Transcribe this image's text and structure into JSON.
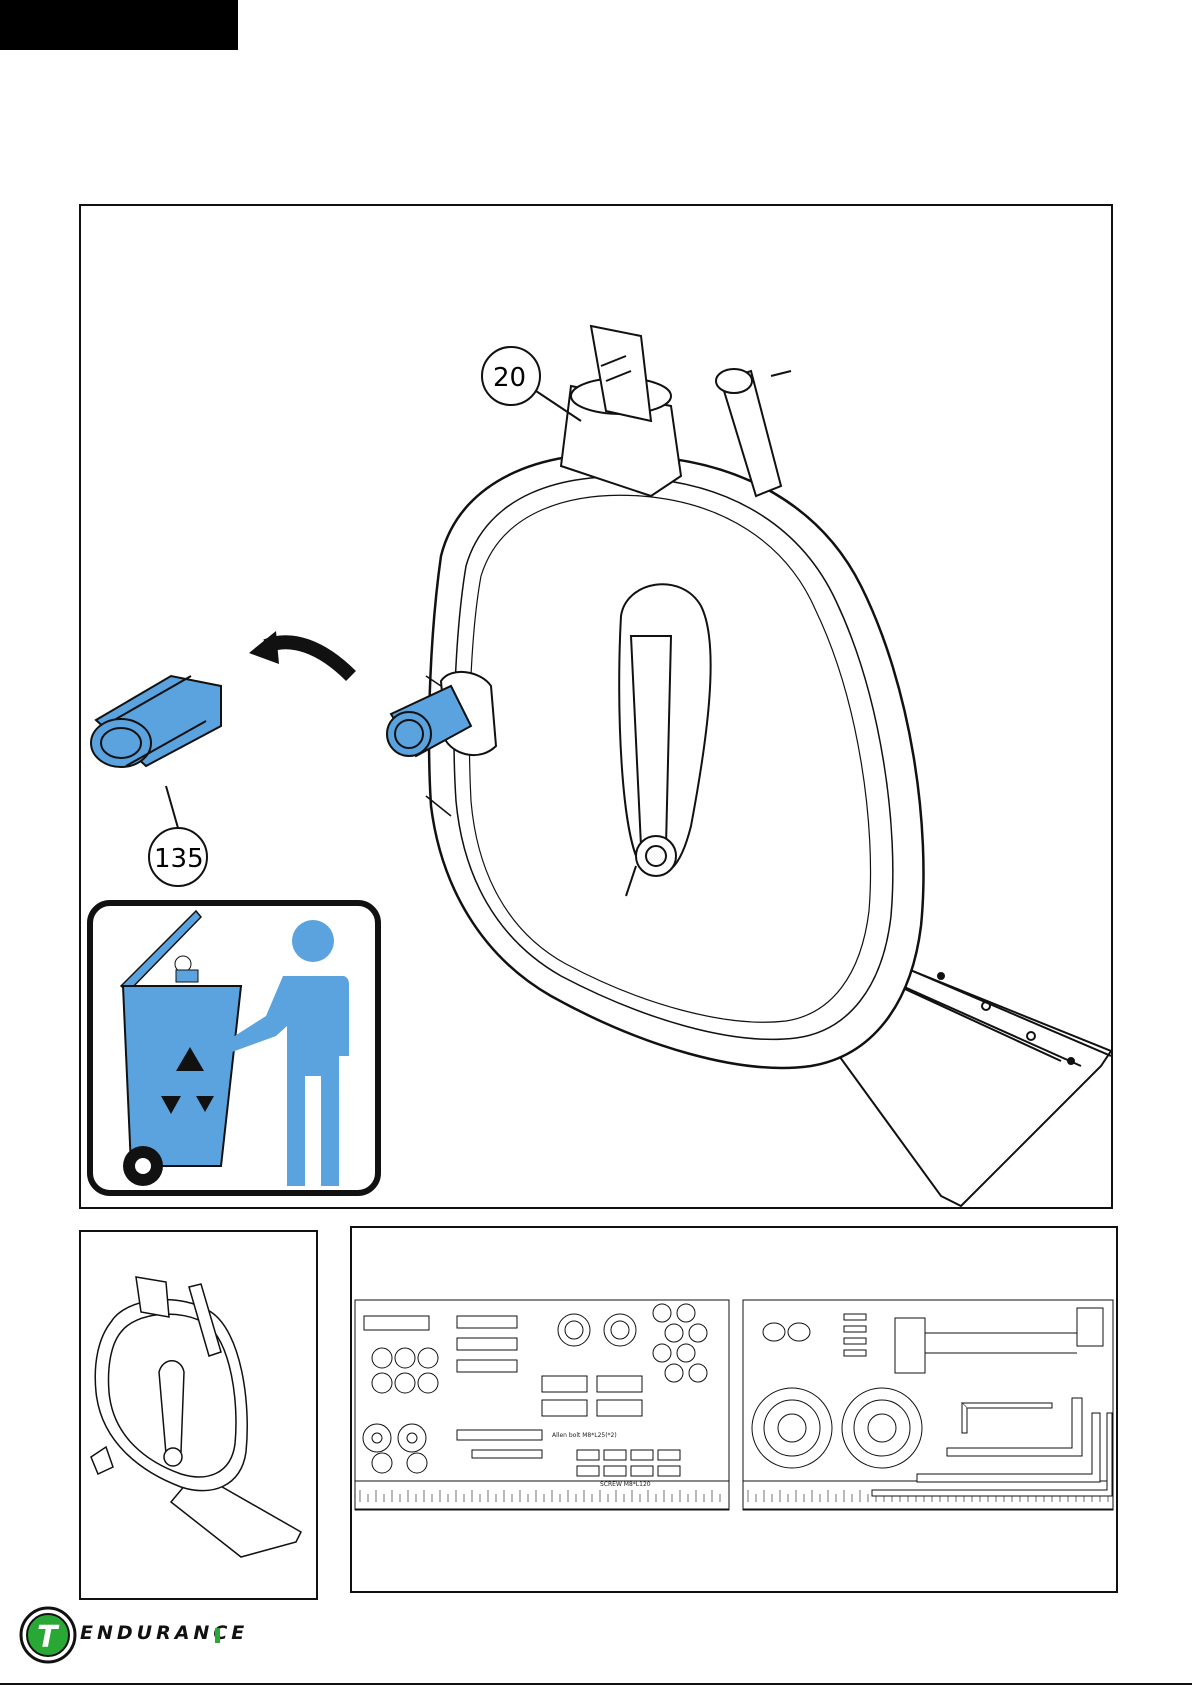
{
  "figure": {
    "callouts": [
      {
        "id": "callout-20",
        "label": "20"
      },
      {
        "id": "callout-135",
        "label": "135"
      }
    ]
  },
  "hardware": {
    "label_bolt": "Allen bolt M8*L25(*2)",
    "label_screw": "SCREW M8*L120"
  },
  "brand": {
    "name": "ENDURANCE",
    "logo_letter": "T",
    "accent": "#2aa836"
  },
  "colors": {
    "highlight": "#5aa3df",
    "line": "#111111"
  }
}
